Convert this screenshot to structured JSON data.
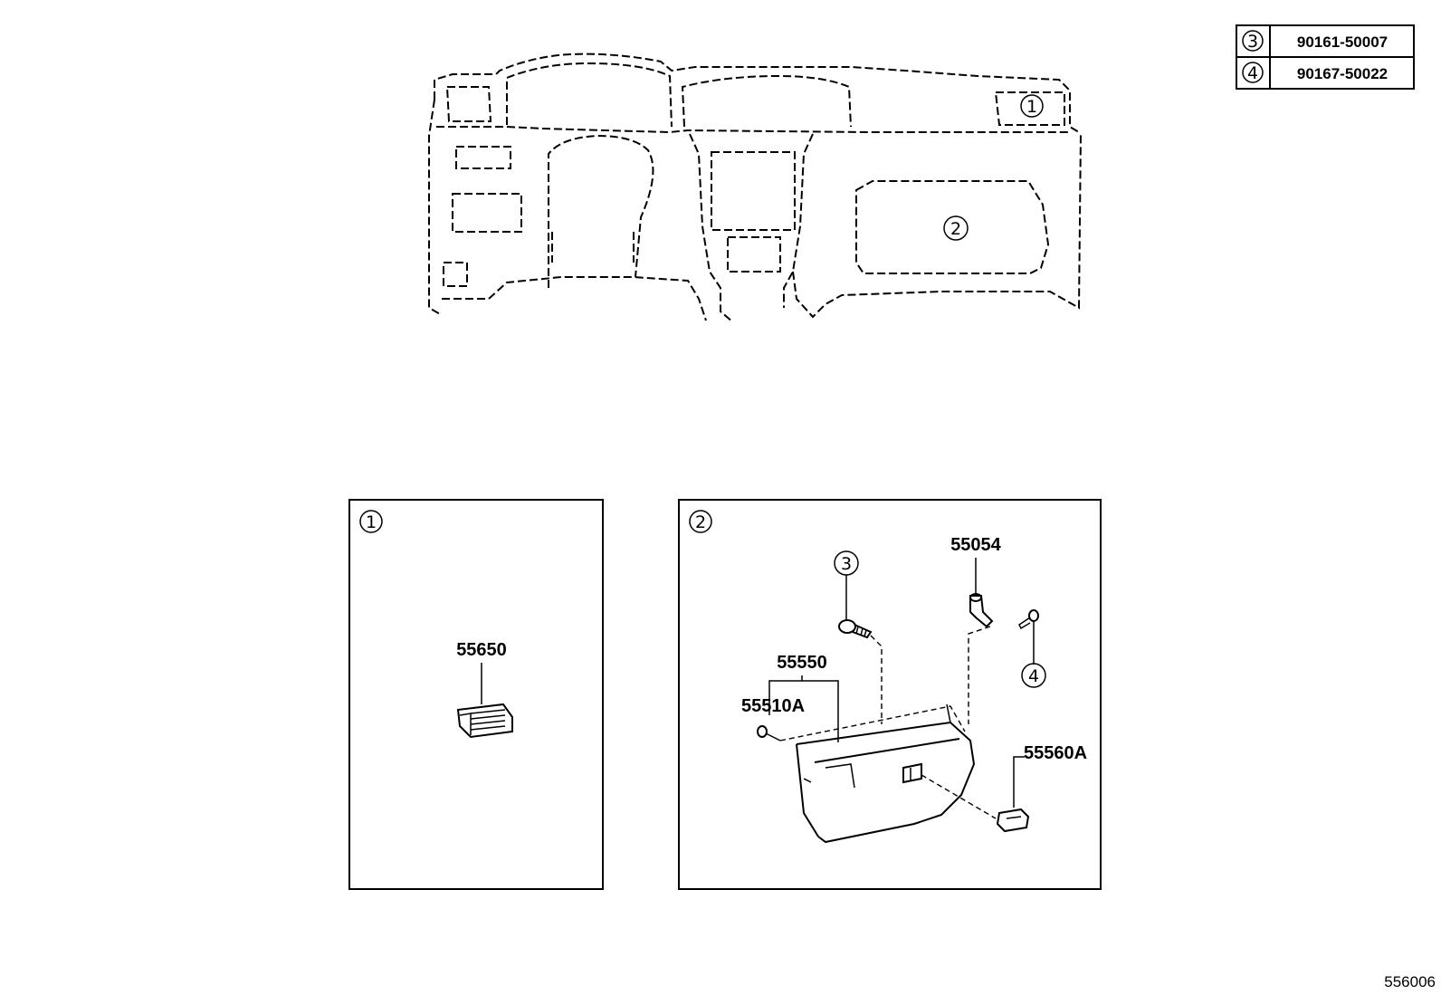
{
  "fastener_table": [
    {
      "marker": "3",
      "part_no": "90161-50007"
    },
    {
      "marker": "4",
      "part_no": "90167-50022"
    }
  ],
  "overview": {
    "marker_1": "1",
    "marker_2": "2"
  },
  "detail_1": {
    "marker": "1",
    "parts": [
      {
        "label": "55650",
        "icon": "air-vent-register-icon"
      }
    ]
  },
  "detail_2": {
    "marker": "2",
    "parts": [
      {
        "label": "55054",
        "icon": "striker-bolt-icon"
      },
      {
        "label": "55550",
        "icon": "glove-box-door-icon"
      },
      {
        "label": "55510A",
        "icon": "clip-icon"
      },
      {
        "label": "55560A",
        "icon": "lock-catch-icon"
      }
    ],
    "fastener_markers": [
      "3",
      "4"
    ]
  },
  "figure_ref": "556006"
}
